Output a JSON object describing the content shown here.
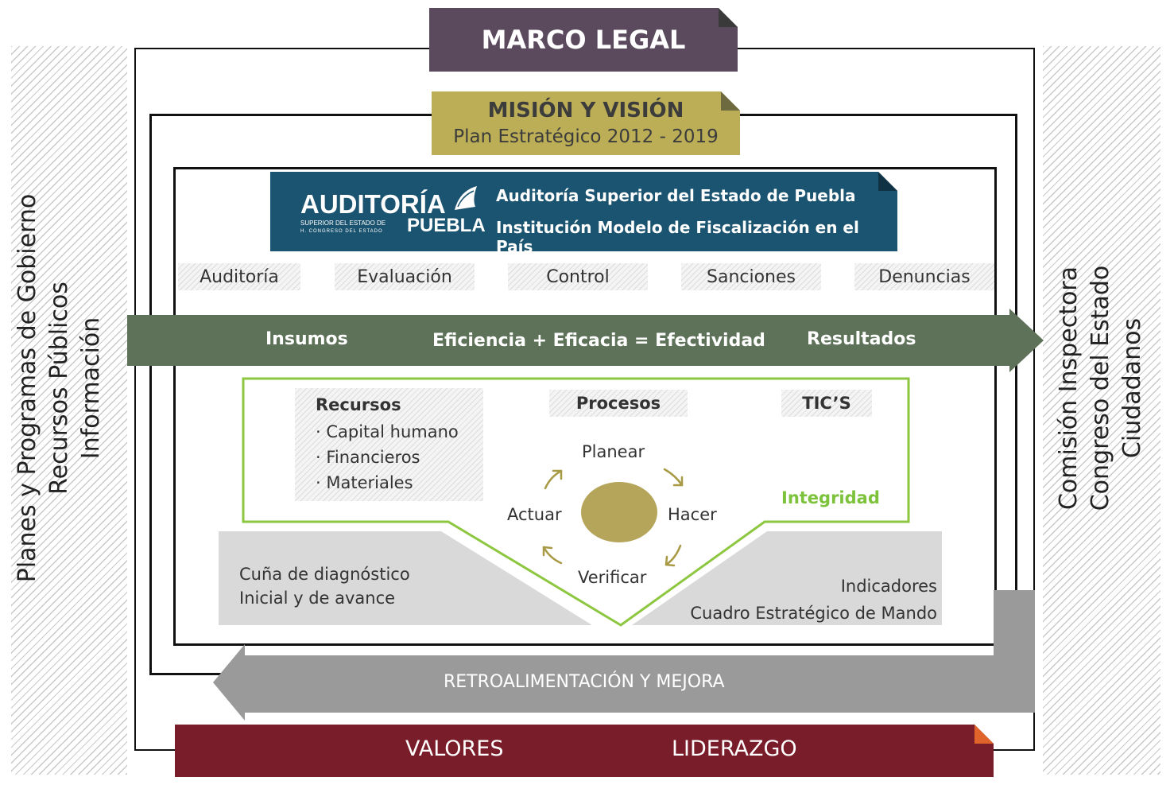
{
  "marco_legal": "MARCO LEGAL",
  "mision": {
    "title": "MISIÓN Y VISIÓN",
    "subtitle": "Plan Estratégico 2012 - 2019"
  },
  "auditoria": {
    "logo_main": "AUDITORÍA",
    "logo_small": "SUPERIOR DEL ESTADO DE",
    "logo_puebla": "PUEBLA",
    "logo_tiny": "H. CONGRESO DEL ESTADO",
    "line1": "Auditoría Superior del Estado de Puebla",
    "line2": "Institución Modelo de Fiscalización en el País"
  },
  "tabs": [
    "Auditoría",
    "Evaluación",
    "Control",
    "Sanciones",
    "Denuncias"
  ],
  "flow": {
    "insumos": "Insumos",
    "formula": "Eficiencia + Eficacia = Efectividad",
    "resultados": "Resultados"
  },
  "recursos": {
    "title": "Recursos",
    "items": [
      "· Capital humano",
      "· Financieros",
      "· Materiales"
    ]
  },
  "procesos": "Procesos",
  "tics": "TIC’S",
  "integridad": "Integridad",
  "cycle": {
    "planear": "Planear",
    "hacer": "Hacer",
    "verificar": "Verificar",
    "actuar": "Actuar"
  },
  "cuna": {
    "line1": "Cuña de diagnóstico",
    "line2": "Inicial y de avance"
  },
  "indicadores": {
    "line1": "Indicadores",
    "line2": "Cuadro Estratégico de Mando"
  },
  "retro": "RETROALIMENTACIÓN Y MEJORA",
  "valores": "VALORES",
  "liderazgo": "LIDERAZGO",
  "left_side": [
    "Planes y Programas de Gobierno",
    "Recursos Públicos",
    "Información"
  ],
  "right_side": [
    "Comisión Inspectora",
    "Congreso del Estado",
    "Ciudadanos"
  ],
  "colors": {
    "marco": "#5b4a5e",
    "mision": "#bcae56",
    "auditoria": "#1b5470",
    "flow": "#5e7159",
    "green_line": "#8dc63f",
    "retro": "#9a9a9a",
    "valores": "#7a1d2a",
    "ellipse": "#b5a55a"
  }
}
